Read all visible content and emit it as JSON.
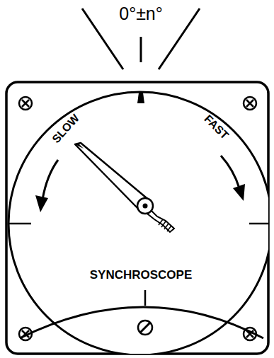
{
  "diagram": {
    "labels": [
      "0°±n°",
      "SLOW",
      "FAST",
      "SYNCHROSCOPE"
    ]
  }
}
